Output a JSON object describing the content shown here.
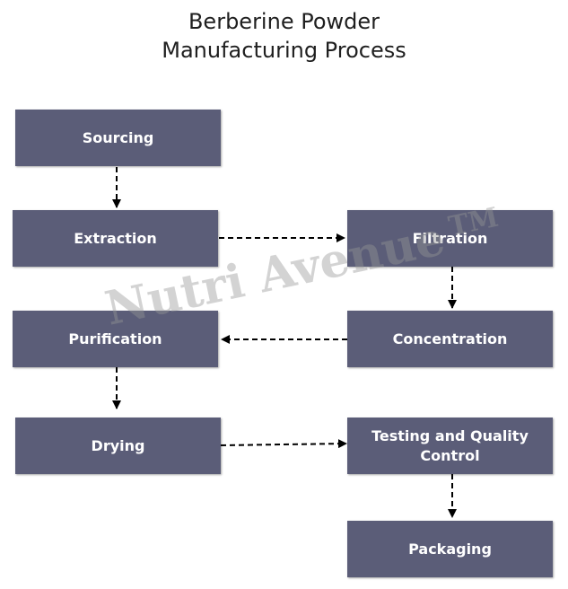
{
  "title": {
    "line1": "Berberine Powder",
    "line2": "Manufacturing Process"
  },
  "steps": {
    "sourcing": "Sourcing",
    "extraction": "Extraction",
    "filtration": "Filtration",
    "concentration": "Concentration",
    "purification": "Purification",
    "drying": "Drying",
    "testing": "Testing and Quality Control",
    "packaging": "Packaging"
  },
  "watermark": {
    "text": "Nutri Avenue",
    "tm": "TM"
  },
  "colors": {
    "box": "#5b5d78",
    "box_text": "#ffffff",
    "arrow": "#000000"
  }
}
